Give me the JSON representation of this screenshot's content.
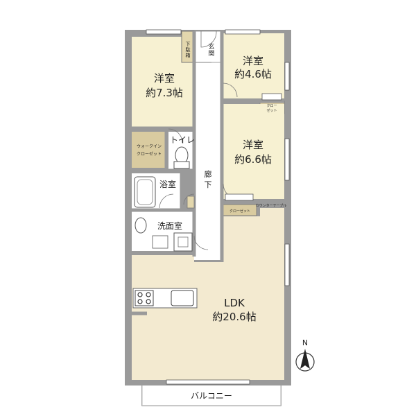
{
  "rooms": {
    "western_room_1": {
      "name": "洋室",
      "area": "約7.3帖"
    },
    "western_room_2": {
      "name": "洋室",
      "area": "約4.6帖"
    },
    "western_room_3": {
      "name": "洋室",
      "area": "約6.6帖"
    },
    "ldk": {
      "name": "LDK",
      "area": "約20.6帖"
    },
    "toilet": {
      "name": "トイレ"
    },
    "bathroom": {
      "name": "浴室"
    },
    "washroom": {
      "name": "洗面室"
    },
    "walk_in_closet": {
      "line1": "ウォークイン",
      "line2": "クローゼット"
    },
    "hallway": {
      "char1": "廊",
      "char2": "下"
    },
    "entrance": {
      "char1": "玄",
      "char2": "関"
    },
    "shoe_box": {
      "char1": "下",
      "char2": "駄",
      "char3": "箱"
    },
    "closet_small": {
      "line1": "クロー",
      "line2": "ゼット"
    },
    "closet_wide": {
      "name": "クローゼット"
    },
    "counter_table": {
      "name": "カウンターテーブル"
    },
    "balcony": {
      "name": "バルコニー"
    }
  },
  "compass": {
    "label": "N"
  },
  "colors": {
    "room_fill": "#f7f1d2",
    "ldk_fill": "#f3ead0",
    "closet_fill": "#d9cba0",
    "wall": "#8e8e8e",
    "hall_fill": "#ffffff",
    "wet_fill": "#ffffff"
  }
}
